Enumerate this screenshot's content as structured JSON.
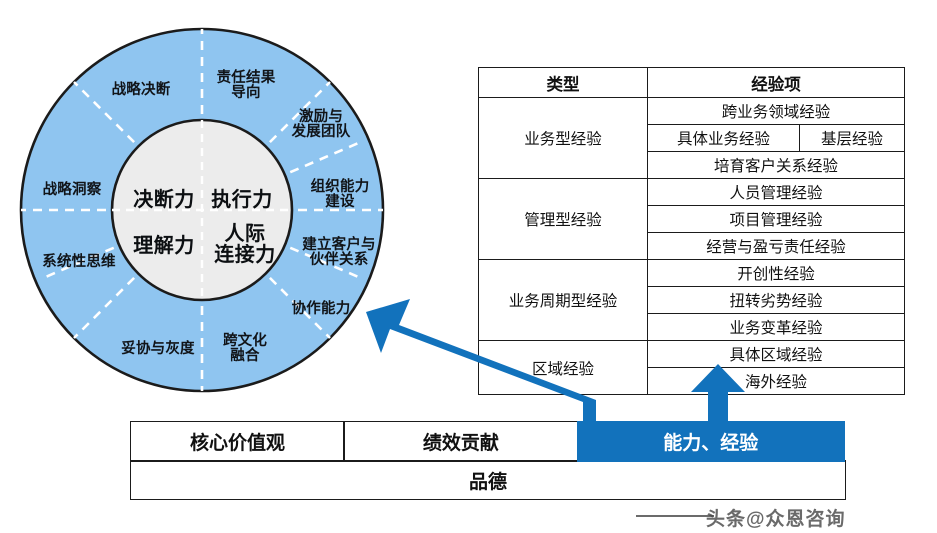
{
  "wheel": {
    "core_title_note": "inner competency core",
    "core": [
      {
        "id": "decision",
        "label": "决断力"
      },
      {
        "id": "execution",
        "label": "执行力"
      },
      {
        "id": "understanding",
        "label": "理解力"
      },
      {
        "id": "interpersonal",
        "label": "人际\n连接力"
      }
    ],
    "ring": [
      {
        "id": "strategic-decision",
        "label": "战略决断"
      },
      {
        "id": "accountability",
        "label": "责任结果\n导向"
      },
      {
        "id": "motivate-develop-team",
        "label": "激励与\n发展团队"
      },
      {
        "id": "org-capability",
        "label": "组织能力\n建设"
      },
      {
        "id": "customer-partner",
        "label": "建立客户与\n伙伴关系"
      },
      {
        "id": "collaboration",
        "label": "协作能力"
      },
      {
        "id": "cross-culture",
        "label": "跨文化\n融合"
      },
      {
        "id": "compromise-grey",
        "label": "妥协与灰度"
      },
      {
        "id": "systems-thinking",
        "label": "系统性思维"
      },
      {
        "id": "strategic-insight",
        "label": "战略洞察"
      }
    ],
    "colors": {
      "ring_fill": "#8fc5f0",
      "core_fill": "#ececec",
      "outline": "#1b1b1b",
      "divider": "#ffffff"
    }
  },
  "experience_table": {
    "headers": [
      "类型",
      "经验项"
    ],
    "rows": [
      {
        "type": "业务型经验",
        "items": [
          {
            "cells": [
              "跨业务领域经验"
            ]
          },
          {
            "cells": [
              "具体业务经验",
              "基层经验"
            ]
          },
          {
            "cells": [
              "培育客户关系经验"
            ]
          }
        ]
      },
      {
        "type": "管理型经验",
        "items": [
          {
            "cells": [
              "人员管理经验"
            ]
          },
          {
            "cells": [
              "项目管理经验"
            ]
          },
          {
            "cells": [
              "经营与盈亏责任经验"
            ]
          }
        ]
      },
      {
        "type": "业务周期型经验",
        "items": [
          {
            "cells": [
              "开创性经验"
            ]
          },
          {
            "cells": [
              "扭转劣势经验"
            ]
          },
          {
            "cells": [
              "业务变革经验"
            ]
          }
        ]
      },
      {
        "type": "区域经验",
        "items": [
          {
            "cells": [
              "具体区域经验"
            ]
          },
          {
            "cells": [
              "海外经验"
            ]
          }
        ]
      }
    ]
  },
  "bottom_bars": {
    "top_row": [
      {
        "id": "core-values",
        "label": "核心价值观",
        "highlighted": false
      },
      {
        "id": "performance",
        "label": "绩效贡献",
        "highlighted": false
      },
      {
        "id": "ability-experience",
        "label": "能力、经验",
        "highlighted": true
      }
    ],
    "bottom_row": {
      "id": "character",
      "label": "品德"
    },
    "highlight_color": "#1272bc"
  },
  "arrows": {
    "accent_color": "#1272bc",
    "items": [
      {
        "id": "ability-to-wheel",
        "direction": "up-left"
      },
      {
        "id": "ability-to-table",
        "direction": "up"
      }
    ]
  },
  "watermark": {
    "text": "头条@众恩咨询"
  }
}
